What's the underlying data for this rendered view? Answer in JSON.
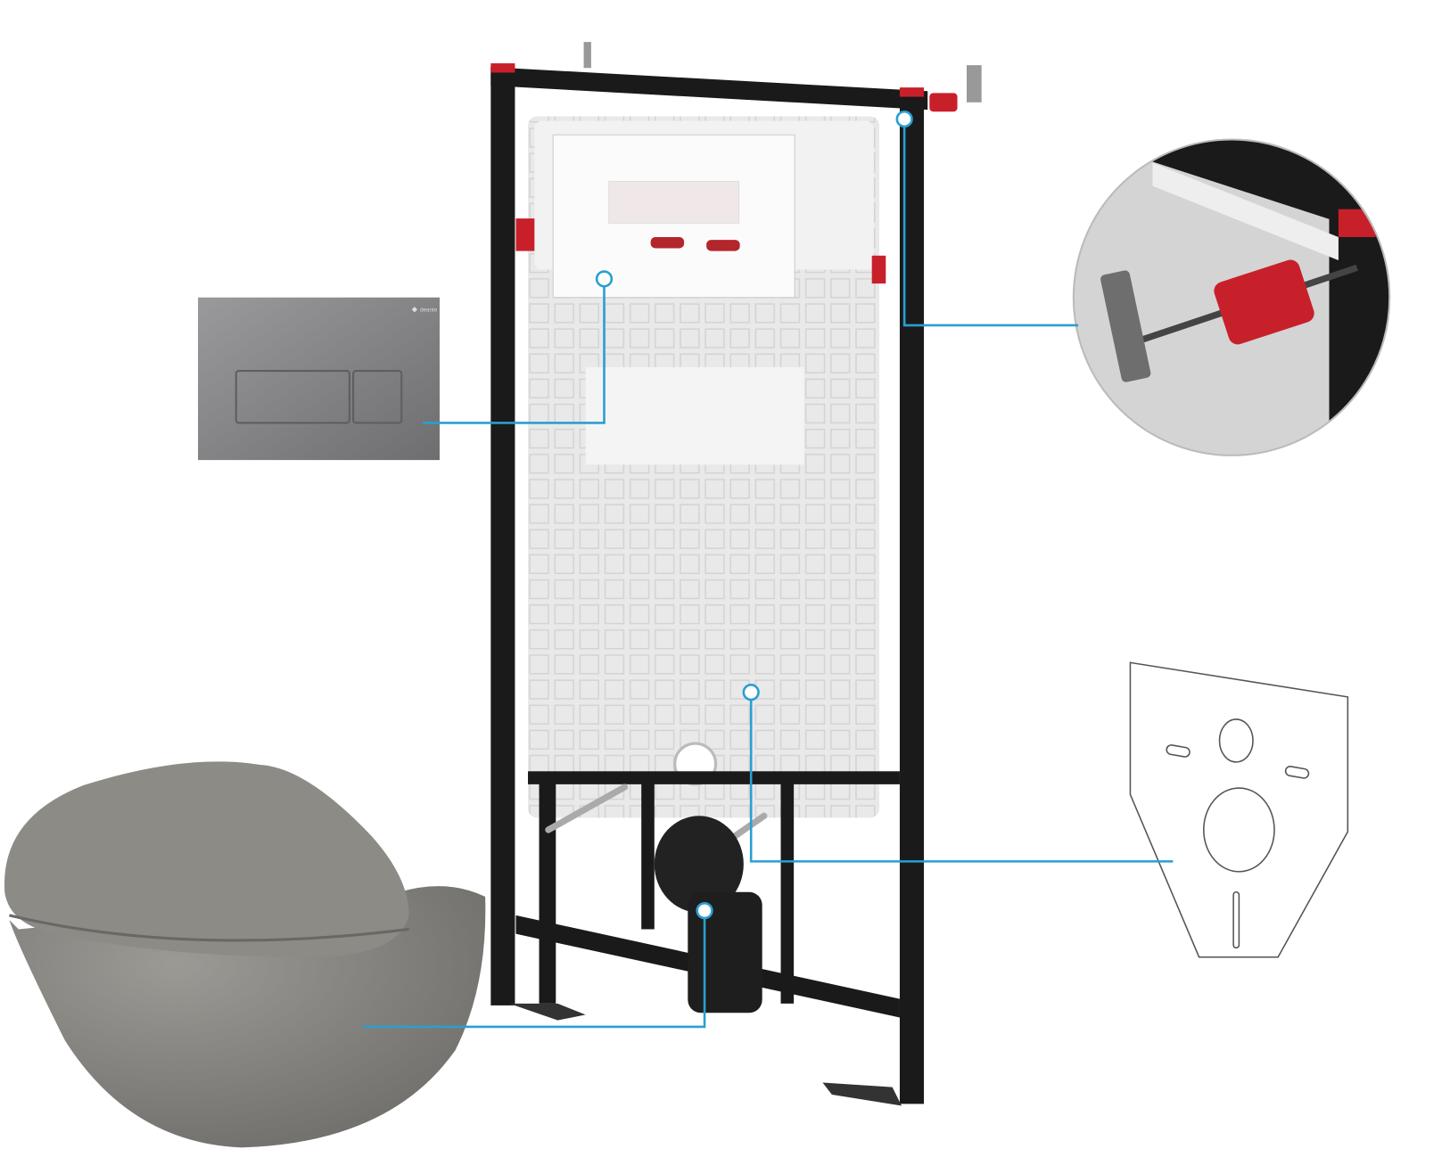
{
  "logo": {
    "brand": "deante"
  },
  "colors": {
    "callout": "#2a9fd0",
    "frame": "#1a1a1a",
    "accent_red": "#c8202a",
    "toilet": "#8a8883",
    "plate": "#8c8c8e",
    "cistern": "#e8e8e8"
  },
  "components": [
    {
      "id": "flush-plate"
    },
    {
      "id": "installation-frame"
    },
    {
      "id": "mounting-bracket-detail"
    },
    {
      "id": "soundproofing-mat"
    },
    {
      "id": "wall-hung-toilet"
    }
  ]
}
